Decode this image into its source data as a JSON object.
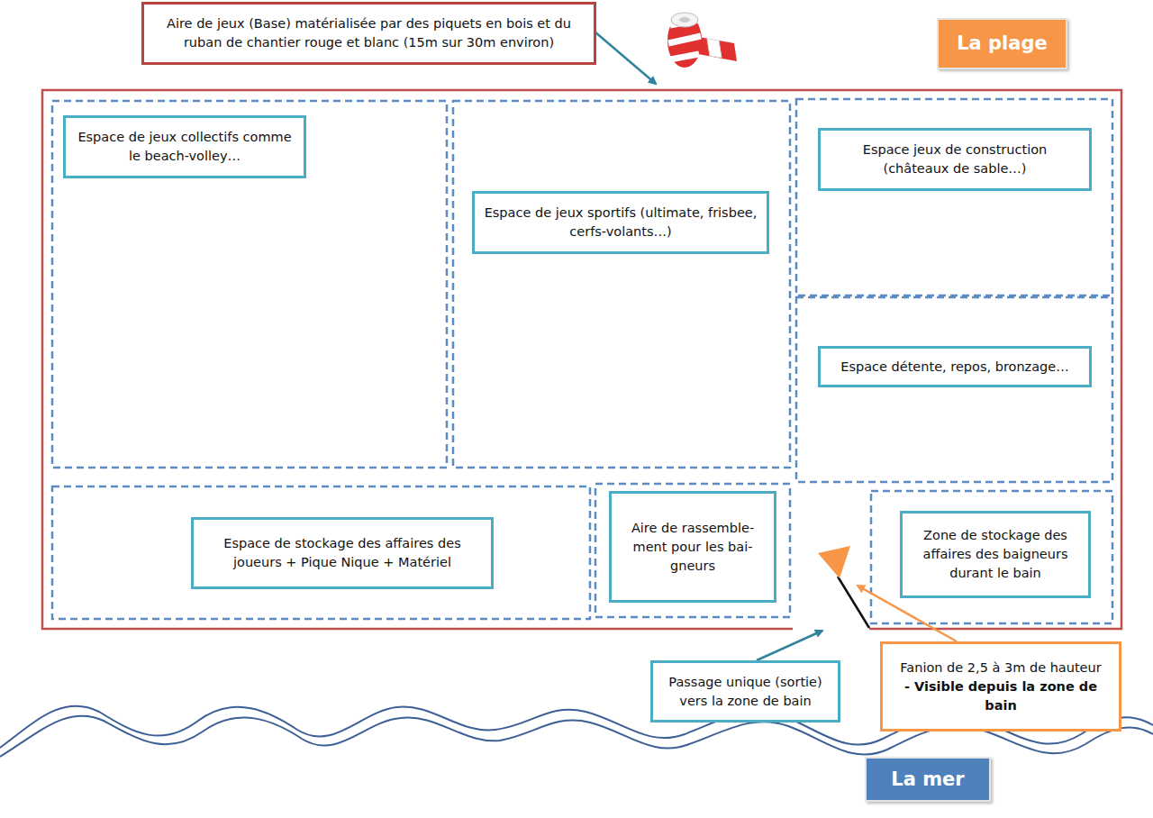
{
  "diagram": {
    "nodes": [
      {
        "text": [
          "Aire de jeux (Base) matérialisée par des piquets en bois et du ruban de chantier rouge et blanc (15m sur 30m environ)"
        ]
      },
      {
        "text": [
          "La plage"
        ]
      },
      {
        "text": [
          "Espace de jeux collectifs comme le beach-volley…"
        ]
      },
      {
        "text": [
          "Espace de jeux sportifs (ultimate, frisbee, cerfs-volants…)"
        ]
      },
      {
        "text": [
          "Espace jeux de construction (châteaux de sable…)"
        ]
      },
      {
        "text": [
          "Espace détente, repos, bronzage…"
        ]
      },
      {
        "text": [
          "Espace de stockage des affaires des joueurs + Pique Nique + Matériel"
        ]
      },
      {
        "text": [
          "Aire de rassemble- ment pour les bai- gneurs"
        ]
      },
      {
        "text": [
          "Zone de stockage des affaires des baigneurs durant le bain"
        ]
      },
      {
        "text": [
          "Passage unique (sortie) vers la zone de bain"
        ]
      },
      {
        "text": [
          "Fanion de 2,5 à 3m de hauteur",
          "- Visible depuis la zone de bain"
        ]
      },
      {
        "text": [
          "La mer"
        ]
      }
    ]
  }
}
